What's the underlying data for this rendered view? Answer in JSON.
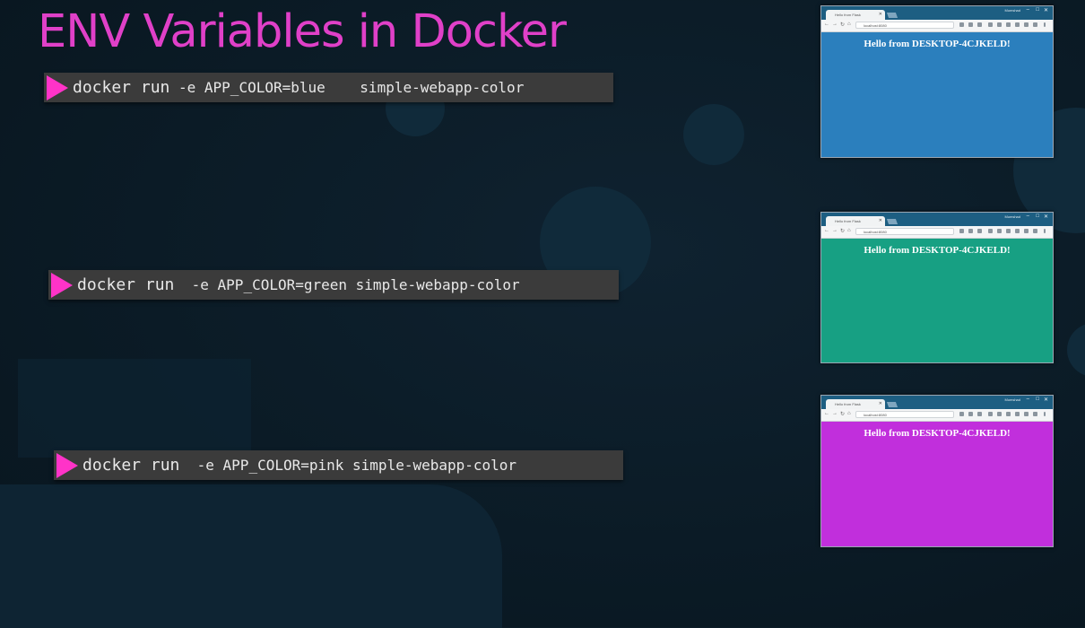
{
  "slide": {
    "title": "ENV Variables in Docker",
    "accent_color": "#e040c8",
    "play_icon_color": "#ff33c8"
  },
  "commands": [
    {
      "head": "docker run",
      "rest": " -e APP_COLOR=blue    simple-webapp-color"
    },
    {
      "head": "docker run",
      "rest": "  -e APP_COLOR=green simple-webapp-color"
    },
    {
      "head": "docker run",
      "rest": "  -e APP_COLOR=pink simple-webapp-color"
    }
  ],
  "browser_windows": [
    {
      "tab_title": "Hello from Flask",
      "user": "Mumshad",
      "url": "localhost:8080",
      "message": "Hello from DESKTOP-4CJKELD!",
      "bg_color": "#2b7fbd"
    },
    {
      "tab_title": "Hello from Flask",
      "user": "Mumshad",
      "url": "localhost:8080",
      "message": "Hello from DESKTOP-4CJKELD!",
      "bg_color": "#17a083"
    },
    {
      "tab_title": "Hello from Flask",
      "user": "Mumshad",
      "url": "localhost:8080",
      "message": "Hello from DESKTOP-4CJKELD!",
      "bg_color": "#c12fdc"
    }
  ],
  "icons": {
    "play": "play-icon",
    "close": "close-icon",
    "minimize": "minimize-icon",
    "maximize": "maximize-icon"
  }
}
